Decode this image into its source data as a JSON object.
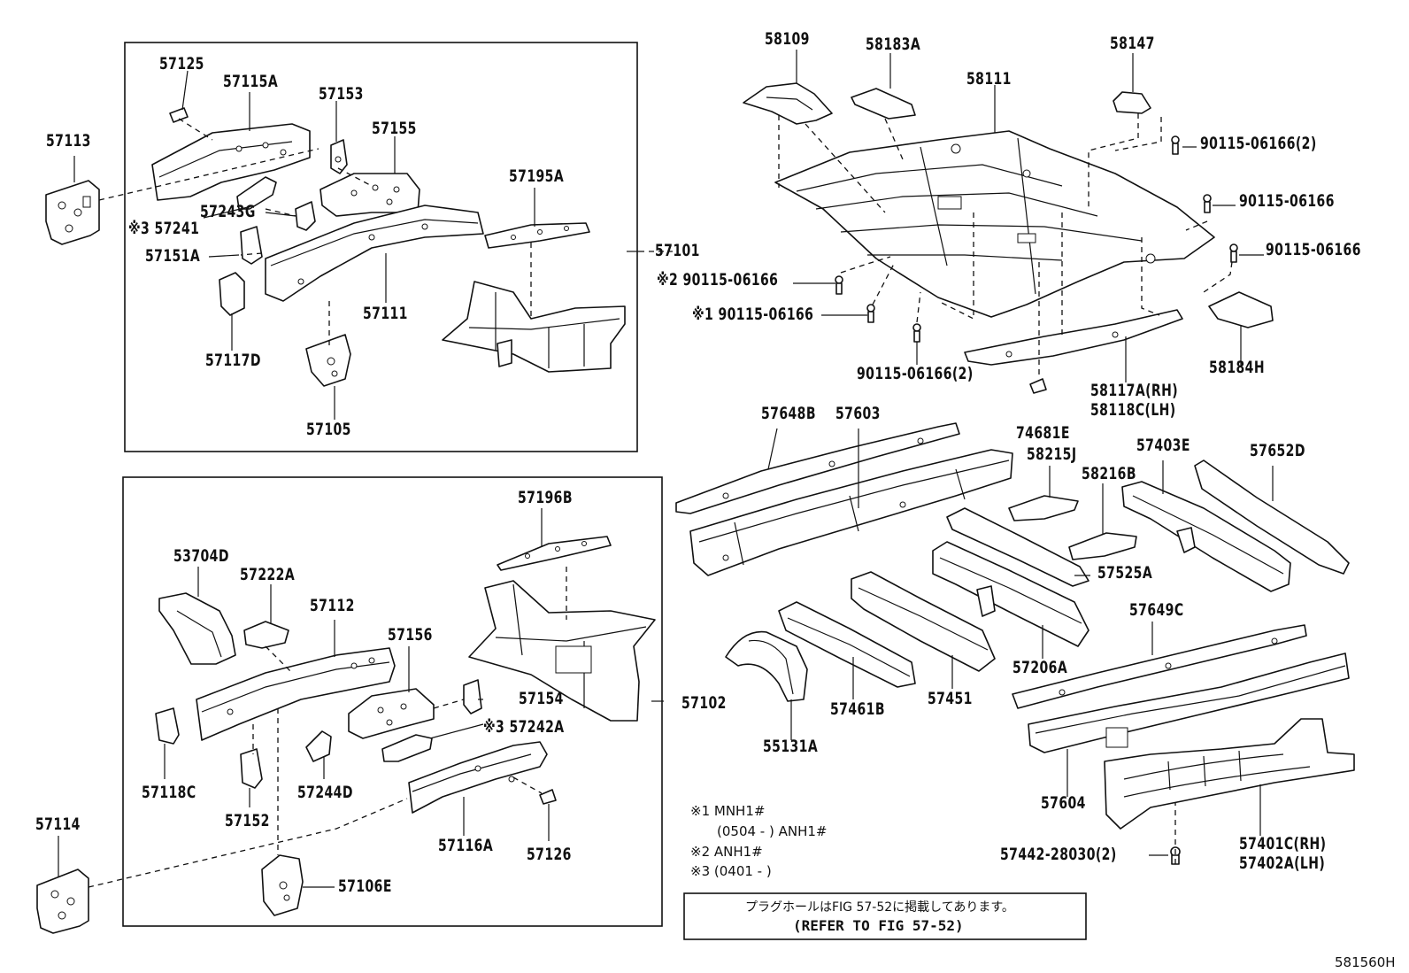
{
  "figure_code": "581560H",
  "labels": {
    "p57113": "57113",
    "p57125": "57125",
    "p57115A": "57115A",
    "p57153": "57153",
    "p57155": "57155",
    "p57195A": "57195A",
    "p57241": "※3 57241",
    "p57243G": "57243G",
    "p57151A": "57151A",
    "p57101": "57101",
    "p57111": "57111",
    "p57117D": "57117D",
    "p57105": "57105",
    "p57196B": "57196B",
    "p53704D": "53704D",
    "p57222A": "57222A",
    "p57112": "57112",
    "p57156": "57156",
    "p57154": "57154",
    "p57242A": "※3 57242A",
    "p57102": "57102",
    "p57118C": "57118C",
    "p57244D": "57244D",
    "p57152": "57152",
    "p57116A": "57116A",
    "p57126": "57126",
    "p57114": "57114",
    "p57106E": "57106E",
    "p58109": "58109",
    "p58183A": "58183A",
    "p58147": "58147",
    "p58111": "58111",
    "p90115_2a": "90115-06166(2)",
    "p90115_b": "90115-06166",
    "p90115_c": "90115-06166",
    "p90115_x2": "※2 90115-06166",
    "p90115_x1": "※1 90115-06166",
    "p90115_2b": "90115-06166(2)",
    "p58184H": "58184H",
    "p58117A": "58117A(RH)",
    "p58118C": "58118C(LH)",
    "p57648B": "57648B",
    "p57603": "57603",
    "p74681E": "74681E",
    "p58215J": "58215J",
    "p57403E": "57403E",
    "p57652D": "57652D",
    "p58216B": "58216B",
    "p57525A": "57525A",
    "p57649C": "57649C",
    "p57206A": "57206A",
    "p57451": "57451",
    "p57461B": "57461B",
    "p55131A": "55131A",
    "p57604": "57604",
    "p57442": "57442-28030(2)",
    "p57401C": "57401C(RH)",
    "p57402A": "57402A(LH)"
  },
  "notes": {
    "n1": "※1 MNH1#",
    "n1b": "(0504 -      ) ANH1#",
    "n2": "※2 ANH1#",
    "n3": "※3 (0401 -      )"
  },
  "reference": {
    "japanese": "プラグホールはFIG 57-52に掲載してあります。",
    "english": "(REFER TO FIG 57-52)"
  }
}
